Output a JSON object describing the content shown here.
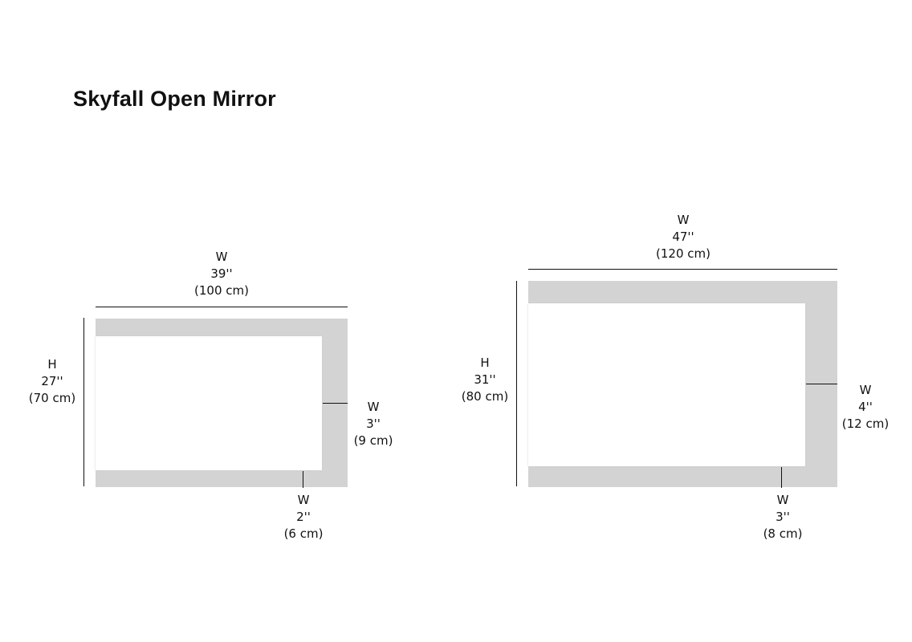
{
  "title": "Skyfall Open Mirror",
  "small": {
    "width": {
      "label": "W",
      "in": "39''",
      "cm": "(100 cm)"
    },
    "height": {
      "label": "H",
      "in": "27''",
      "cm": "(70 cm)"
    },
    "side_border": {
      "label": "W",
      "in": "3''",
      "cm": "(9 cm)"
    },
    "bottom_border": {
      "label": "W",
      "in": "2''",
      "cm": "(6 cm)"
    }
  },
  "large": {
    "width": {
      "label": "W",
      "in": "47''",
      "cm": "(120 cm)"
    },
    "height": {
      "label": "H",
      "in": "31''",
      "cm": "(80 cm)"
    },
    "side_border": {
      "label": "W",
      "in": "4''",
      "cm": "(12 cm)"
    },
    "bottom_border": {
      "label": "W",
      "in": "3''",
      "cm": "(8 cm)"
    }
  }
}
